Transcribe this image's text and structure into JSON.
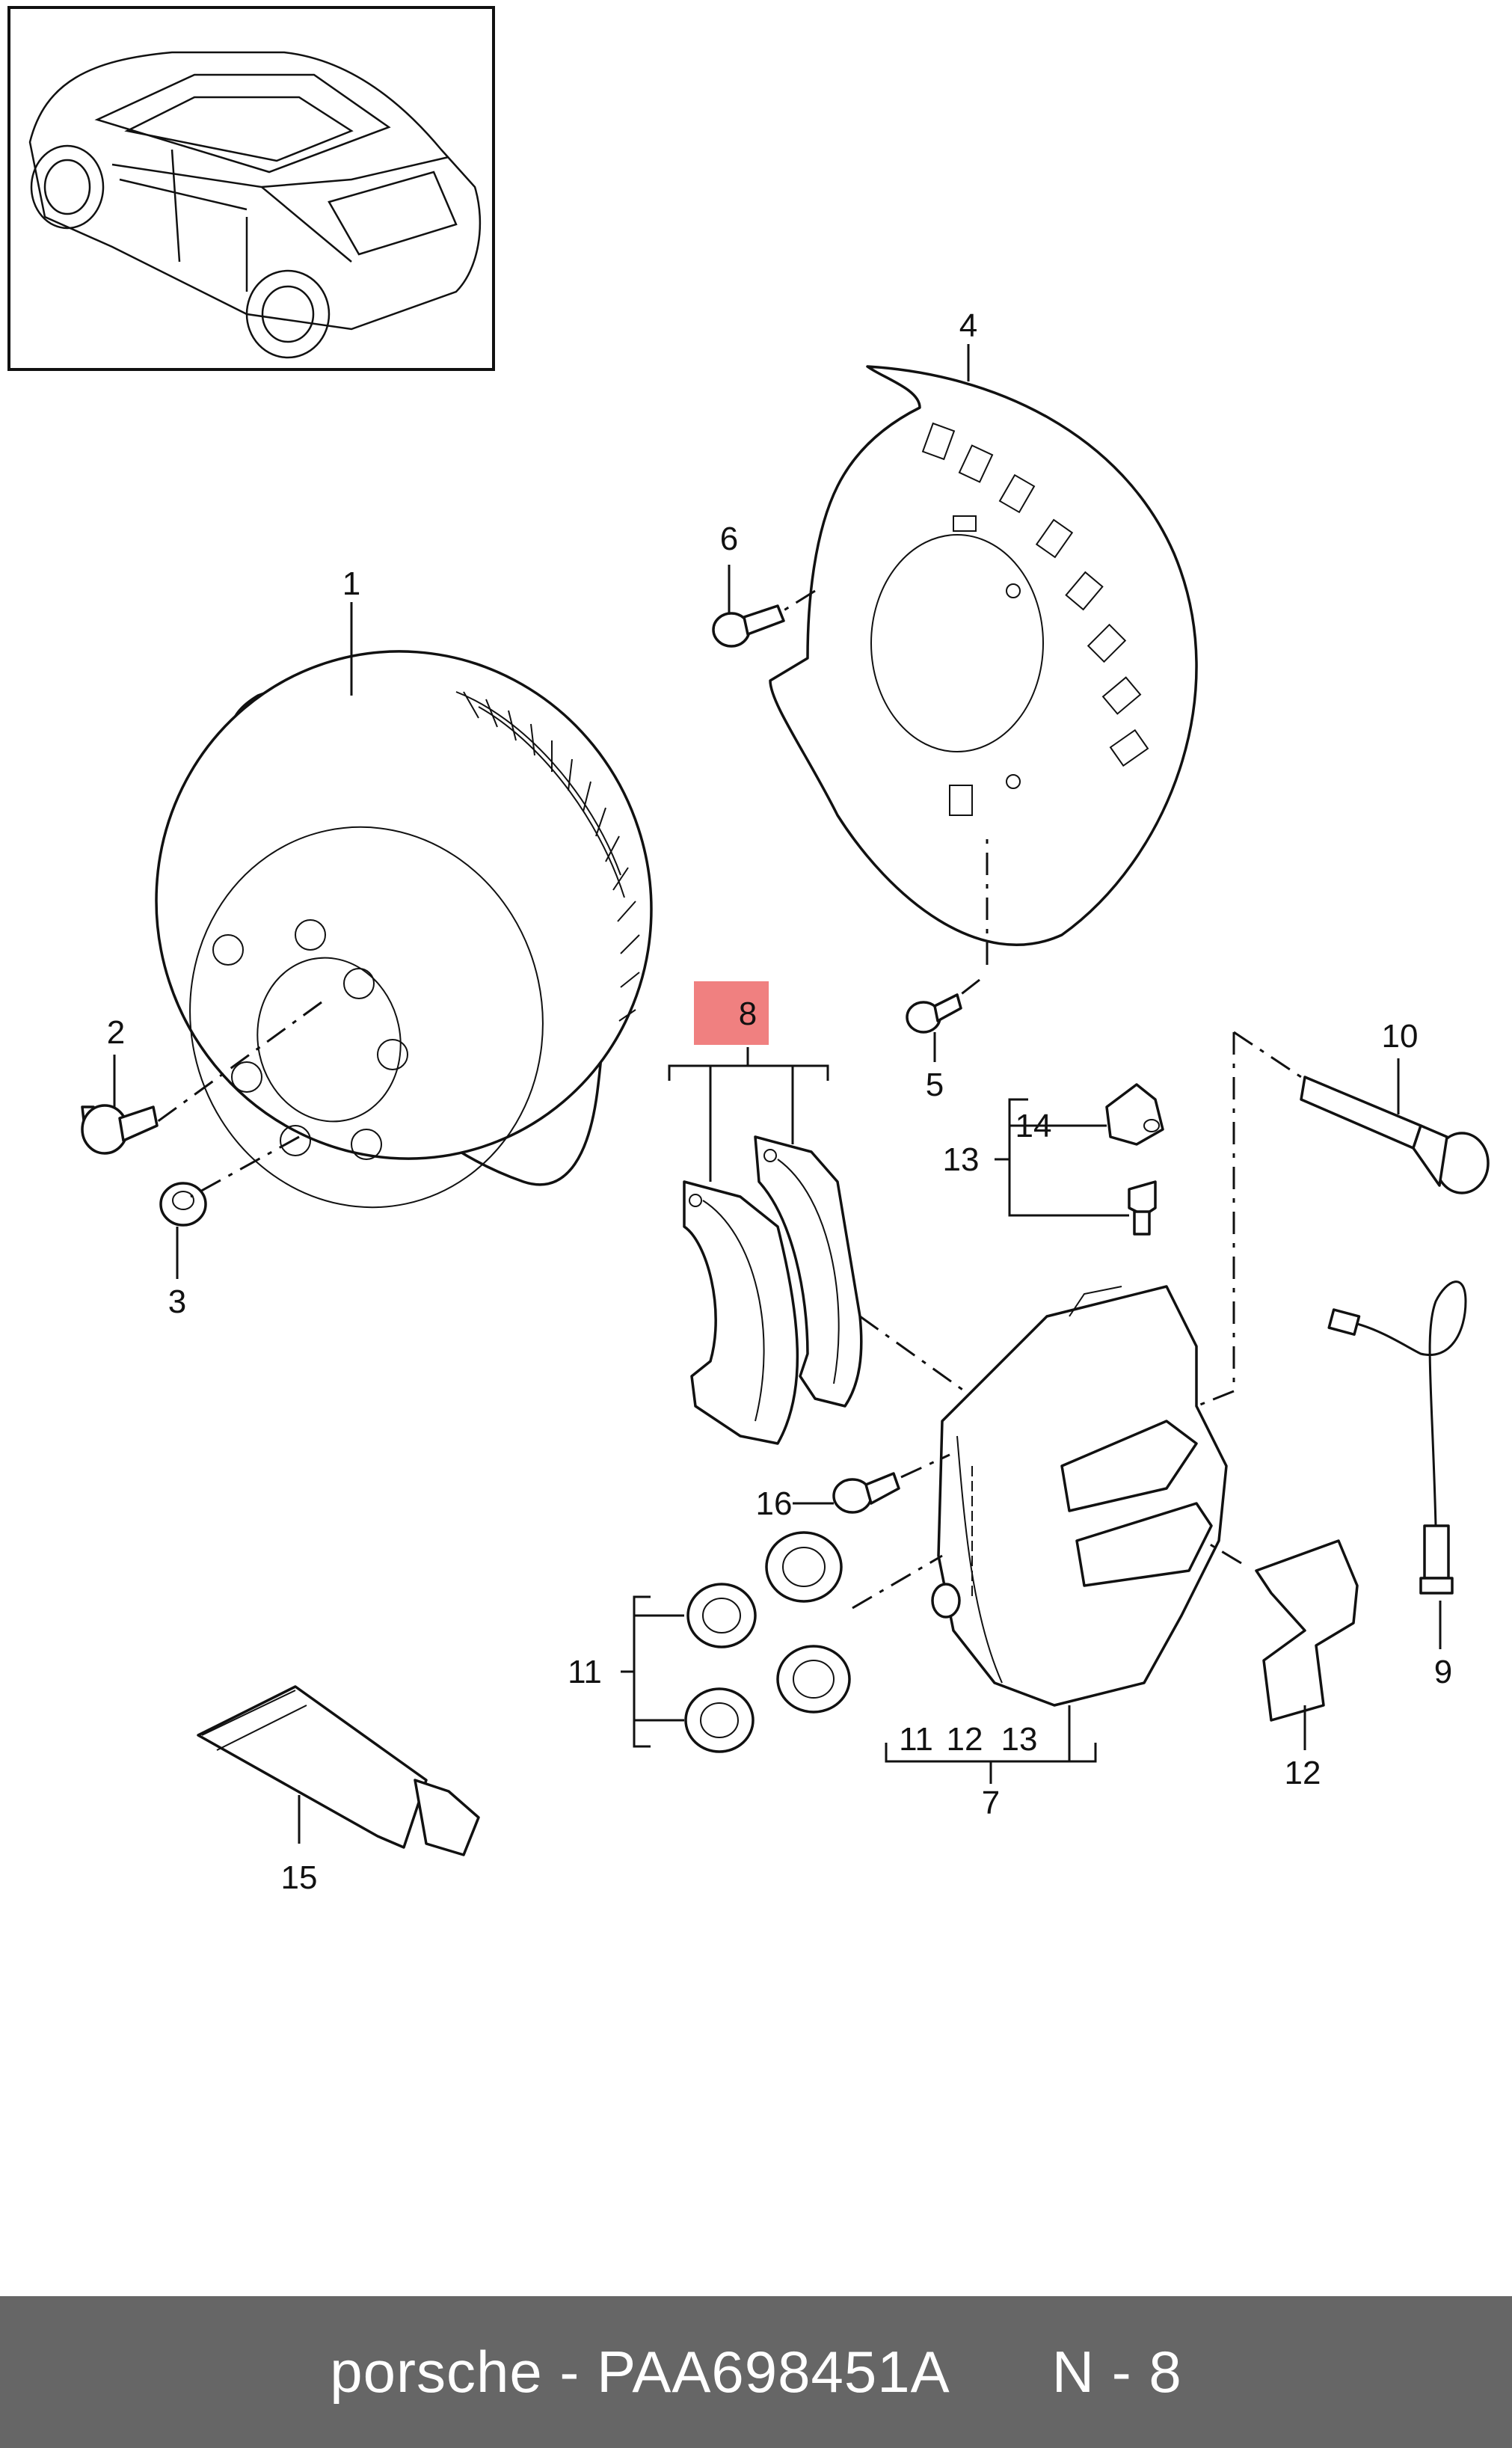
{
  "callouts": {
    "c1": "1",
    "c2": "2",
    "c3": "3",
    "c4": "4",
    "c5": "5",
    "c6": "6",
    "c7": "7",
    "c8": "8",
    "c9": "9",
    "c10": "10",
    "c11": "11",
    "c12": "12",
    "c13": "13",
    "c14": "14",
    "c15": "15",
    "c16": "16",
    "group7": [
      "11",
      "12",
      "13"
    ]
  },
  "highlight": {
    "part": "8",
    "color": "#f08080"
  },
  "footer": {
    "brand": "porsche",
    "separator": " - ",
    "part_number": "PAA698451A",
    "position": "N - 8"
  }
}
